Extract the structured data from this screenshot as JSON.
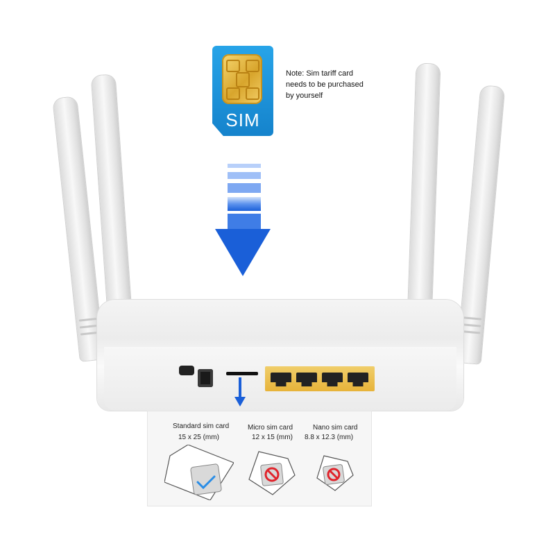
{
  "sim_card": {
    "label": "SIM"
  },
  "note": "Note: Sim tariff card needs to be purchased by yourself",
  "sim_sizes": [
    {
      "name": "Standard sim card",
      "size": "15 x 25 (mm)",
      "status": "check-icon"
    },
    {
      "name": "Micro sim card",
      "size": "12 x 15 (mm)",
      "status": "prohibited-icon"
    },
    {
      "name": "Nano sim card",
      "size": "8.8 x 12.3 (mm)",
      "status": "prohibited-icon"
    }
  ],
  "colors": {
    "sim_blue": "#1e96dc",
    "arrow_blue": "#1a5fd8",
    "chip_gold": "#e3b446",
    "lan_panel": "#e9b83e",
    "check_blue": "#2a8de6",
    "prohibit_red": "#e0242c"
  }
}
